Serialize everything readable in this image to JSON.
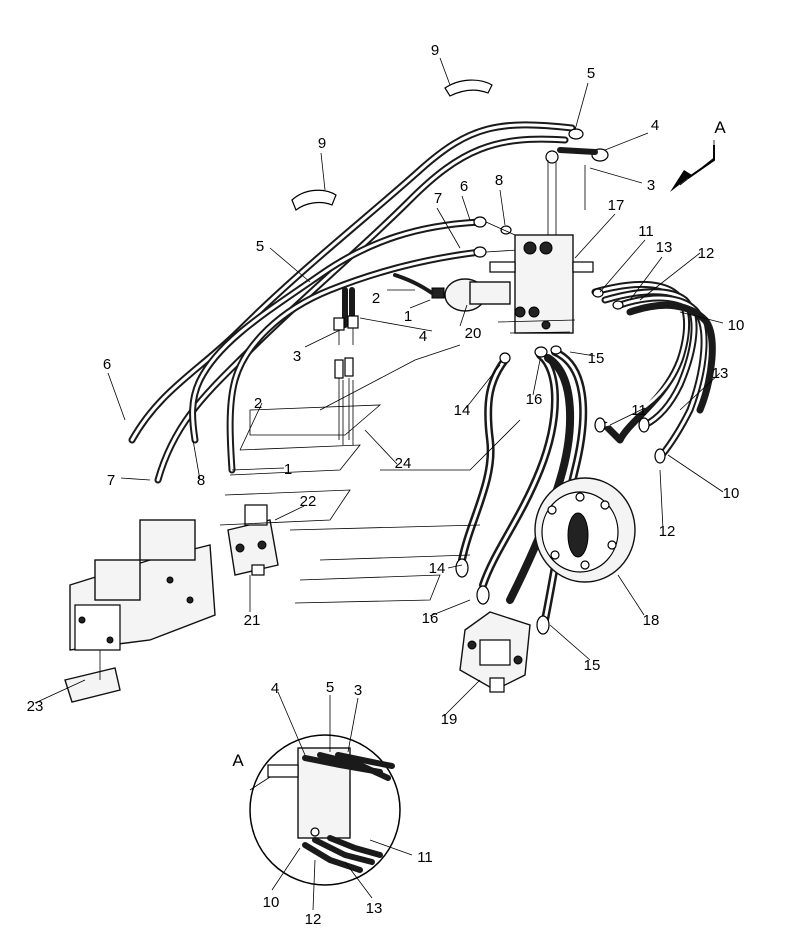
{
  "view_marker": "A",
  "detail_marker": "A",
  "callouts": {
    "c1": "1",
    "c2": "2",
    "c3": "3",
    "c4": "4",
    "c5": "5",
    "c6": "6",
    "c7": "7",
    "c8": "8",
    "c9": "9",
    "c10": "10",
    "c11": "11",
    "c12": "12",
    "c13": "13",
    "c14": "14",
    "c15": "15",
    "c16": "16",
    "c17": "17",
    "c18": "18",
    "c19": "19",
    "c20": "20",
    "c21": "21",
    "c22": "22",
    "c23": "23",
    "c24": "24"
  }
}
